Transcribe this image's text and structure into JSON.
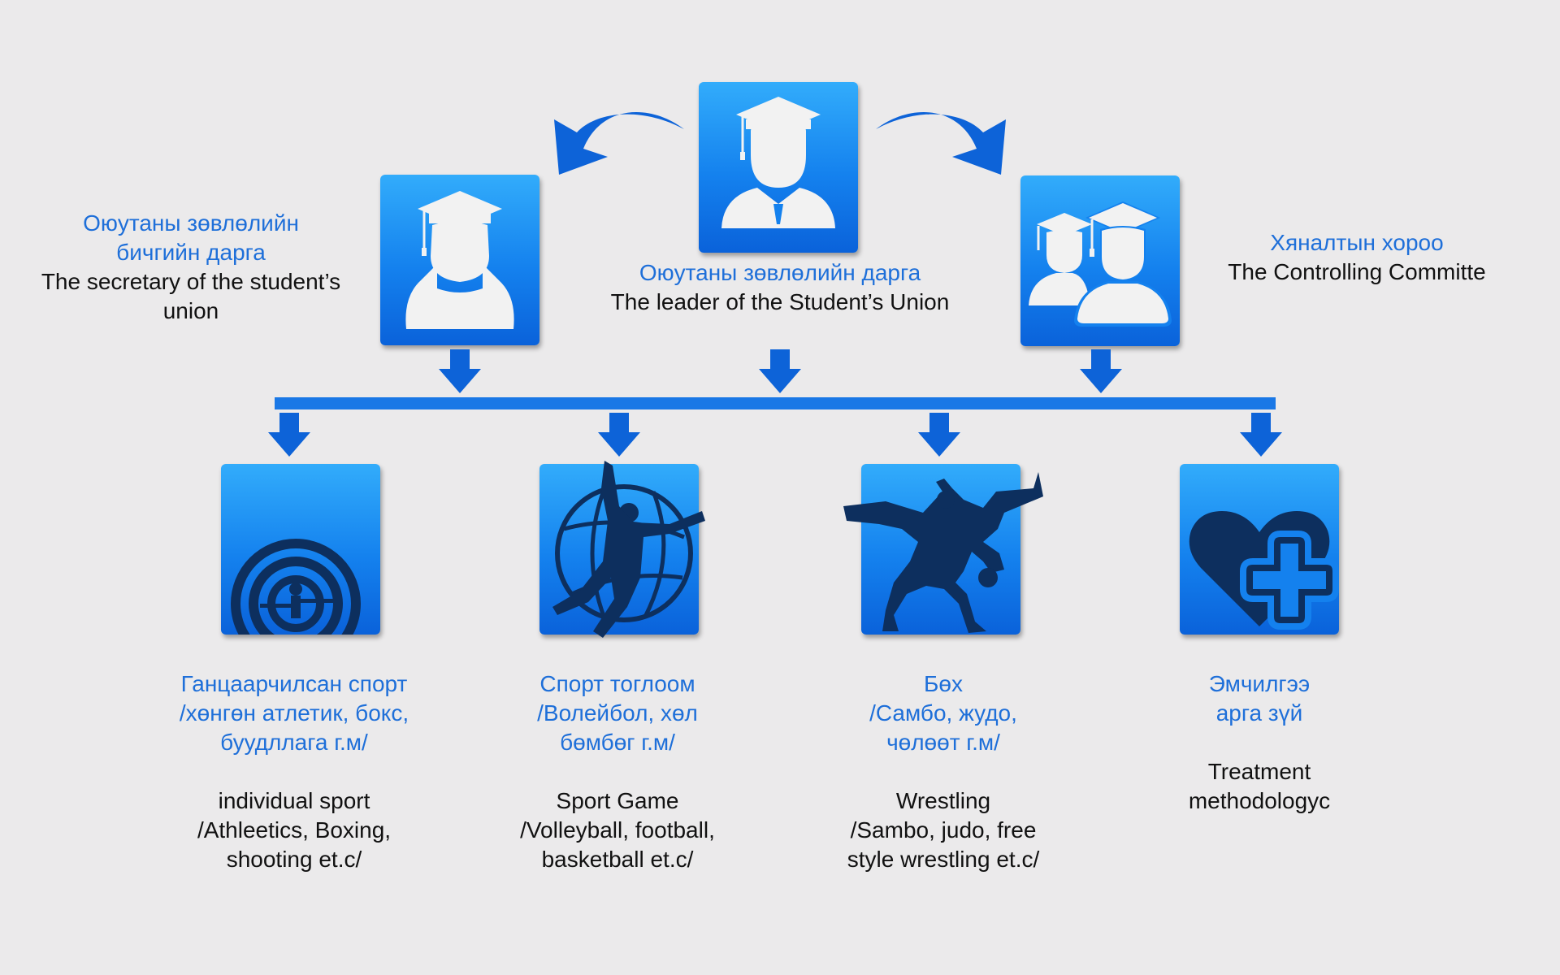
{
  "top": {
    "leader": {
      "mn": "Оюутаны зөвлөлийн дарга",
      "en": "The leader of the Student’s Union",
      "icon": "graduate-male-icon"
    },
    "secretary": {
      "mn": "Оюутаны зөвлөлийн\nбичгийн дарга",
      "en": "The secretary of the student’s\nunion",
      "icon": "graduate-female-icon"
    },
    "committee": {
      "mn": "Хяналтын хороо",
      "en": "The Controlling Committe",
      "icon": "graduate-group-icon"
    }
  },
  "branches": [
    {
      "mn": "Ганцаарчилсан спорт\n/хөнгөн атлетик, бокс,\nбуудллага г.м/",
      "en": "individual sport\n/Athleetics, Boxing,\nshooting et.c/",
      "icon": "shooting-target-icon"
    },
    {
      "mn": "Спорт тоглоом\n/Волейбол, хөл\nбөмбөг г.м/",
      "en": "Sport Game\n/Volleyball, football,\nbasketball et.c/",
      "icon": "volleyball-player-icon"
    },
    {
      "mn": "Бөх\n/Самбо, жудо,\nчөлөөт г.м/",
      "en": "Wrestling\n/Sambo, judo, free\nstyle wrestling et.c/",
      "icon": "wrestlers-icon"
    },
    {
      "mn": "Эмчилгээ\nарга зүй",
      "en": "Treatment\nmethodologyc",
      "icon": "heart-plus-icon"
    }
  ],
  "colors": {
    "accent_blue": "#1e6fd9",
    "arrow_blue": "#0d63d8",
    "icon_white": "#f2f2f2",
    "icon_navy": "#0d2f5e",
    "background": "#ebeaeb"
  }
}
